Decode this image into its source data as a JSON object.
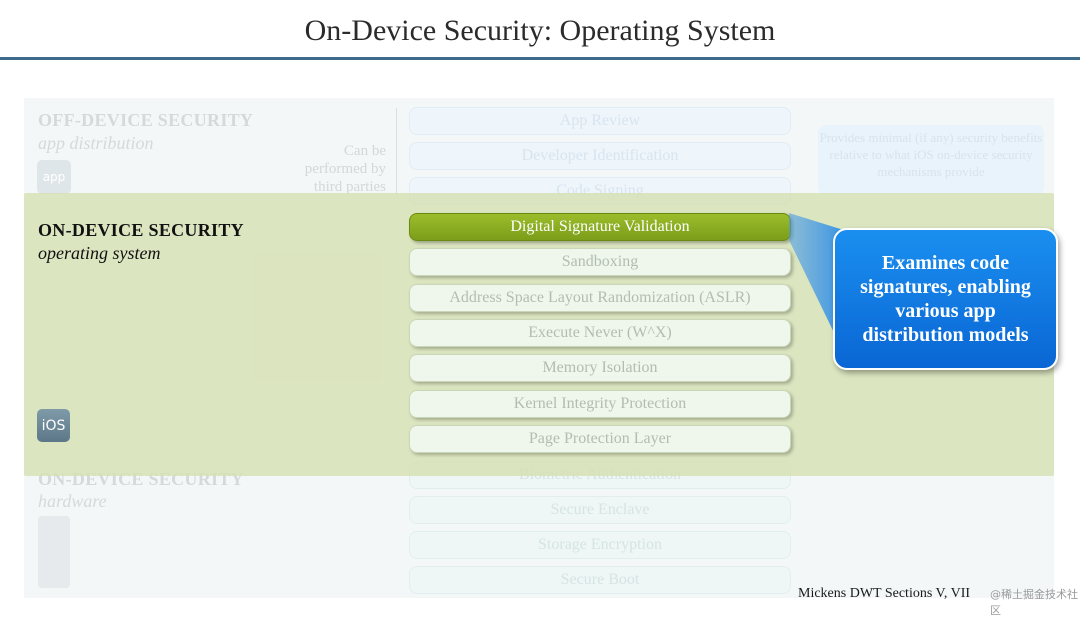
{
  "slide": {
    "title": "On-Device Security: Operating System",
    "footer": "Mickens DWT Sections V, VII",
    "watermark": "@稀土掘金技术社区"
  },
  "off_device": {
    "heading": "OFF-DEVICE SECURITY",
    "subheading": "app distribution",
    "note": "Can be performed by third parties",
    "icon_label": "app",
    "items": [
      "App Review",
      "Developer Identification",
      "Code Signing"
    ],
    "callout": "Provides minimal (if any) security benefits relative to what iOS on-device security mechanisms provide"
  },
  "os": {
    "heading": "ON-DEVICE SECURITY",
    "subheading": "operating system",
    "icon_label": "iOS",
    "items": [
      "Digital Signature Validation",
      "Sandboxing",
      "Address Space Layout Randomization (ASLR)",
      "Execute Never (W^X)",
      "Memory Isolation",
      "Kernel Integrity Protection",
      "Page Protection Layer"
    ],
    "active_item": "Digital Signature Validation"
  },
  "hardware": {
    "heading": "ON-DEVICE SECURITY",
    "subheading": "hardware",
    "items": [
      "Biometric Authentication",
      "Secure Enclave",
      "Storage Encryption",
      "Secure Boot"
    ]
  },
  "callout": {
    "text": "Examines code signatures, enabling various app distribution models"
  },
  "colors": {
    "accent_rule": "#3e6a8c",
    "os_band": "#d6e0b2",
    "active_pill": "#8aac22",
    "callout": "#0f7ae0"
  }
}
